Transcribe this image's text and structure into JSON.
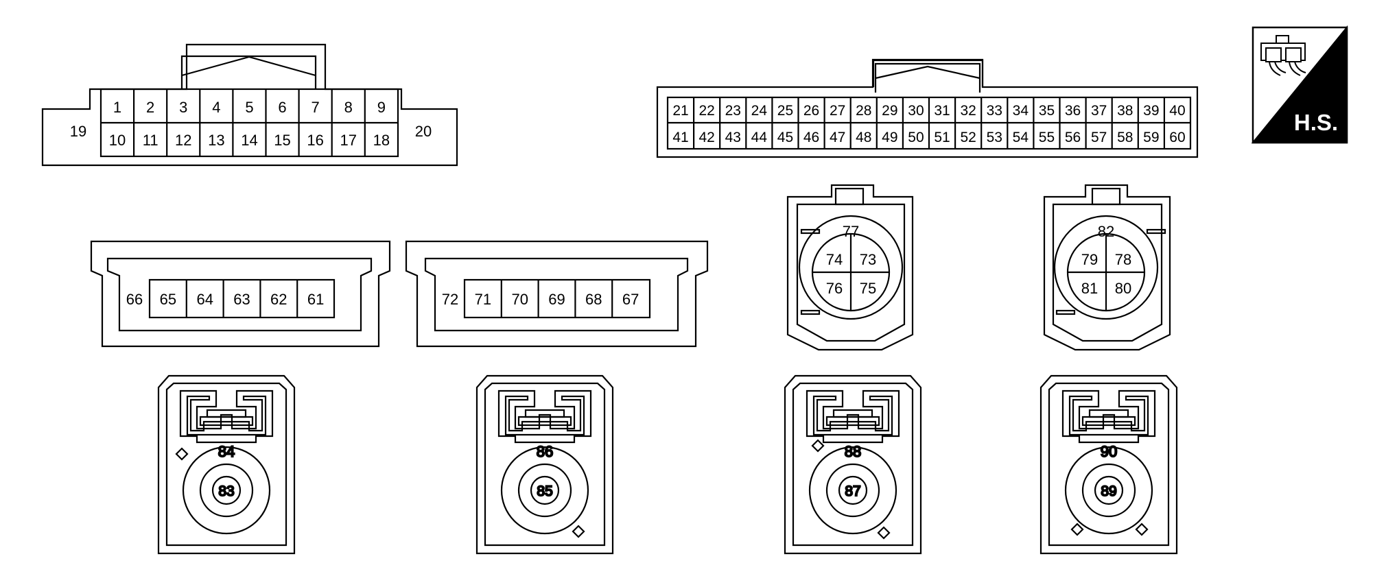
{
  "connector_a": {
    "row1": [
      "1",
      "2",
      "3",
      "4",
      "5",
      "6",
      "7",
      "8",
      "9"
    ],
    "row2": [
      "10",
      "11",
      "12",
      "13",
      "14",
      "15",
      "16",
      "17",
      "18"
    ],
    "left": "19",
    "right": "20"
  },
  "connector_b": {
    "row1": [
      "21",
      "22",
      "23",
      "24",
      "25",
      "26",
      "27",
      "28",
      "29",
      "30",
      "31",
      "32",
      "33",
      "34",
      "35",
      "36",
      "37",
      "38",
      "39",
      "40"
    ],
    "row2": [
      "41",
      "42",
      "43",
      "44",
      "45",
      "46",
      "47",
      "48",
      "49",
      "50",
      "51",
      "52",
      "53",
      "54",
      "55",
      "56",
      "57",
      "58",
      "59",
      "60"
    ]
  },
  "connector_c": {
    "cells": [
      "65",
      "64",
      "63",
      "62",
      "61"
    ],
    "outside": "66"
  },
  "connector_d": {
    "cells": [
      "71",
      "70",
      "69",
      "68",
      "67"
    ],
    "outside": "72"
  },
  "connector_e": {
    "top": "77",
    "quad": [
      "74",
      "73",
      "76",
      "75"
    ]
  },
  "connector_f": {
    "top": "82",
    "quad": [
      "79",
      "78",
      "81",
      "80"
    ]
  },
  "round_connectors": [
    {
      "outer": "84",
      "inner": "83"
    },
    {
      "outer": "86",
      "inner": "85"
    },
    {
      "outer": "88",
      "inner": "87"
    },
    {
      "outer": "90",
      "inner": "89"
    }
  ],
  "hs_symbol": {
    "label": "H.S."
  }
}
